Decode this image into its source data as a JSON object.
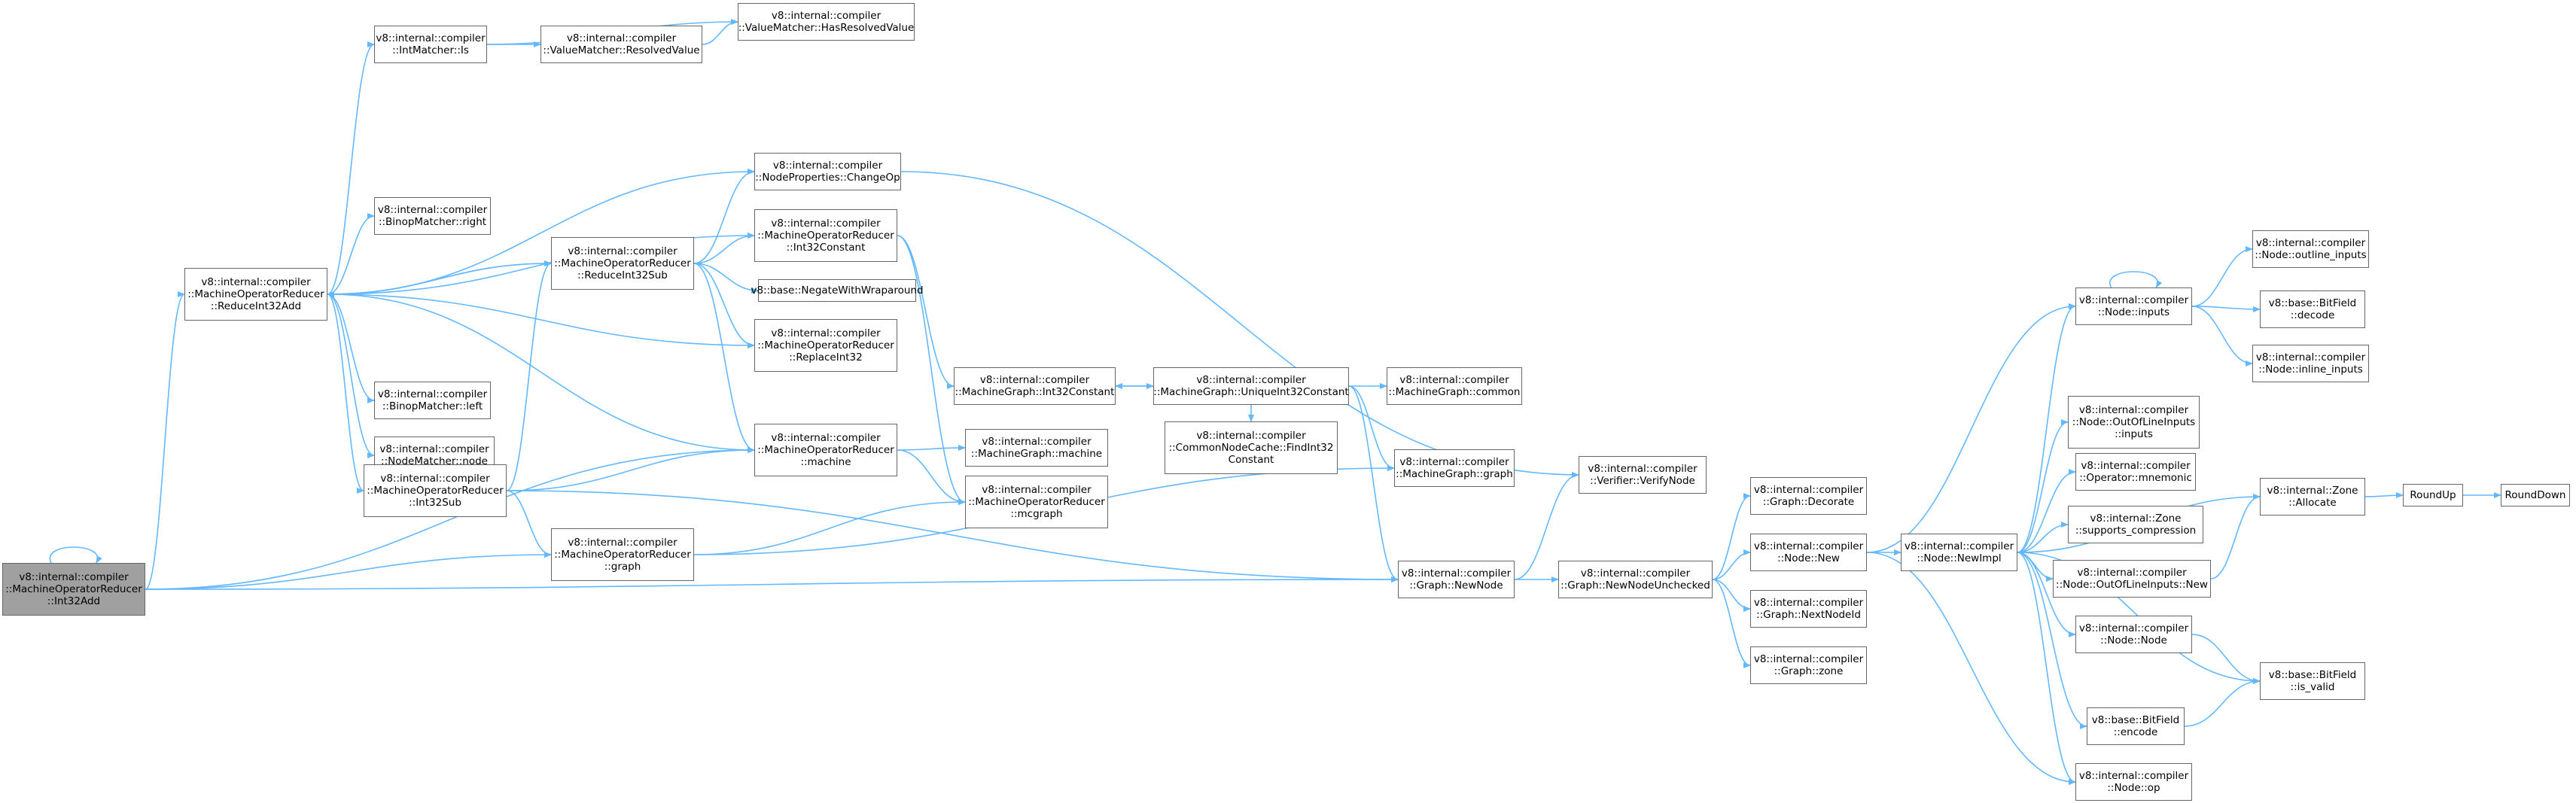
{
  "colors": {
    "edge": "#63b8ff",
    "node_border": "#666666",
    "root_fill": "#a0a0a0"
  },
  "nodes": [
    {
      "id": "int32add",
      "lines": [
        "v8::internal::compiler",
        "::MachineOperatorReducer",
        "::Int32Add"
      ],
      "root": true
    },
    {
      "id": "reduceint32add",
      "lines": [
        "v8::internal::compiler",
        "::MachineOperatorReducer",
        "::ReduceInt32Add"
      ]
    },
    {
      "id": "intmatcher_is",
      "lines": [
        "v8::internal::compiler",
        "::IntMatcher::Is"
      ]
    },
    {
      "id": "valuematcher_resolved",
      "lines": [
        "v8::internal::compiler",
        "::ValueMatcher::ResolvedValue"
      ]
    },
    {
      "id": "valuematcher_has",
      "lines": [
        "v8::internal::compiler",
        "::ValueMatcher::HasResolvedValue"
      ]
    },
    {
      "id": "binop_right",
      "lines": [
        "v8::internal::compiler",
        "::BinopMatcher::right"
      ]
    },
    {
      "id": "binop_left",
      "lines": [
        "v8::internal::compiler",
        "::BinopMatcher::left"
      ]
    },
    {
      "id": "nodematcher_node",
      "lines": [
        "v8::internal::compiler",
        "::NodeMatcher::node"
      ]
    },
    {
      "id": "int32sub",
      "lines": [
        "v8::internal::compiler",
        "::MachineOperatorReducer",
        "::Int32Sub"
      ]
    },
    {
      "id": "reduceint32sub",
      "lines": [
        "v8::internal::compiler",
        "::MachineOperatorReducer",
        "::ReduceInt32Sub"
      ]
    },
    {
      "id": "changeop",
      "lines": [
        "v8::internal::compiler",
        "::NodeProperties::ChangeOp"
      ]
    },
    {
      "id": "mor_int32constant",
      "lines": [
        "v8::internal::compiler",
        "::MachineOperatorReducer",
        "::Int32Constant"
      ]
    },
    {
      "id": "negatewrap",
      "lines": [
        "v8::base::NegateWithWraparound"
      ]
    },
    {
      "id": "replaceint32",
      "lines": [
        "v8::internal::compiler",
        "::MachineOperatorReducer",
        "::ReplaceInt32"
      ]
    },
    {
      "id": "mor_machine",
      "lines": [
        "v8::internal::compiler",
        "::MachineOperatorReducer",
        "::machine"
      ]
    },
    {
      "id": "mor_graph",
      "lines": [
        "v8::internal::compiler",
        "::MachineOperatorReducer",
        "::graph"
      ]
    },
    {
      "id": "mg_int32constant",
      "lines": [
        "v8::internal::compiler",
        "::MachineGraph::Int32Constant"
      ]
    },
    {
      "id": "mg_machine",
      "lines": [
        "v8::internal::compiler",
        "::MachineGraph::machine"
      ]
    },
    {
      "id": "mor_mcgraph",
      "lines": [
        "v8::internal::compiler",
        "::MachineOperatorReducer",
        "::mcgraph"
      ]
    },
    {
      "id": "mg_unique",
      "lines": [
        "v8::internal::compiler",
        "::MachineGraph::UniqueInt32Constant"
      ]
    },
    {
      "id": "cache_find",
      "lines": [
        "v8::internal::compiler",
        "::CommonNodeCache::FindInt32",
        "Constant"
      ]
    },
    {
      "id": "mg_common",
      "lines": [
        "v8::internal::compiler",
        "::MachineGraph::common"
      ]
    },
    {
      "id": "mg_graph",
      "lines": [
        "v8::internal::compiler",
        "::MachineGraph::graph"
      ]
    },
    {
      "id": "verifynode",
      "lines": [
        "v8::internal::compiler",
        "::Verifier::VerifyNode"
      ]
    },
    {
      "id": "graph_newnode",
      "lines": [
        "v8::internal::compiler",
        "::Graph::NewNode"
      ]
    },
    {
      "id": "graph_unchecked",
      "lines": [
        "v8::internal::compiler",
        "::Graph::NewNodeUnchecked"
      ]
    },
    {
      "id": "graph_decorate",
      "lines": [
        "v8::internal::compiler",
        "::Graph::Decorate"
      ]
    },
    {
      "id": "node_new",
      "lines": [
        "v8::internal::compiler",
        "::Node::New"
      ]
    },
    {
      "id": "graph_nextid",
      "lines": [
        "v8::internal::compiler",
        "::Graph::NextNodeId"
      ]
    },
    {
      "id": "graph_zone",
      "lines": [
        "v8::internal::compiler",
        "::Graph::zone"
      ]
    },
    {
      "id": "node_newimpl",
      "lines": [
        "v8::internal::compiler",
        "::Node::NewImpl"
      ]
    },
    {
      "id": "node_inputs",
      "lines": [
        "v8::internal::compiler",
        "::Node::inputs"
      ]
    },
    {
      "id": "outline_inputs",
      "lines": [
        "v8::internal::compiler",
        "::Node::outline_inputs"
      ]
    },
    {
      "id": "bitfield_decode",
      "lines": [
        "v8::base::BitField",
        "::decode"
      ]
    },
    {
      "id": "inline_inputs",
      "lines": [
        "v8::internal::compiler",
        "::Node::inline_inputs"
      ]
    },
    {
      "id": "ool_inputs",
      "lines": [
        "v8::internal::compiler",
        "::Node::OutOfLineInputs",
        "::inputs"
      ]
    },
    {
      "id": "op_mnemonic",
      "lines": [
        "v8::internal::compiler",
        "::Operator::mnemonic"
      ]
    },
    {
      "id": "zone_supports",
      "lines": [
        "v8::internal::Zone",
        "::supports_compression"
      ]
    },
    {
      "id": "ool_new",
      "lines": [
        "v8::internal::compiler",
        "::Node::OutOfLineInputs::New"
      ]
    },
    {
      "id": "node_node",
      "lines": [
        "v8::internal::compiler",
        "::Node::Node"
      ]
    },
    {
      "id": "bitfield_encode",
      "lines": [
        "v8::base::BitField",
        "::encode"
      ]
    },
    {
      "id": "node_op",
      "lines": [
        "v8::internal::compiler",
        "::Node::op"
      ]
    },
    {
      "id": "zone_allocate",
      "lines": [
        "v8::internal::Zone",
        "::Allocate"
      ]
    },
    {
      "id": "roundup",
      "lines": [
        "RoundUp"
      ]
    },
    {
      "id": "rounddown",
      "lines": [
        "RoundDown"
      ]
    },
    {
      "id": "bitfield_isvalid",
      "lines": [
        "v8::base::BitField",
        "::is_valid"
      ]
    }
  ],
  "edges": [
    [
      "int32add",
      "int32add"
    ],
    [
      "int32add",
      "reduceint32add"
    ],
    [
      "int32add",
      "mor_machine"
    ],
    [
      "int32add",
      "mor_graph"
    ],
    [
      "int32add",
      "graph_newnode"
    ],
    [
      "reduceint32add",
      "intmatcher_is"
    ],
    [
      "reduceint32add",
      "binop_right"
    ],
    [
      "reduceint32add",
      "reduceint32sub"
    ],
    [
      "reduceint32add",
      "binop_left"
    ],
    [
      "reduceint32add",
      "nodematcher_node"
    ],
    [
      "reduceint32add",
      "int32sub"
    ],
    [
      "reduceint32add",
      "changeop"
    ],
    [
      "reduceint32add",
      "mor_int32constant"
    ],
    [
      "reduceint32add",
      "replaceint32"
    ],
    [
      "reduceint32add",
      "mor_machine"
    ],
    [
      "intmatcher_is",
      "valuematcher_resolved"
    ],
    [
      "intmatcher_is",
      "valuematcher_has"
    ],
    [
      "valuematcher_resolved",
      "valuematcher_has"
    ],
    [
      "reduceint32sub",
      "reduceint32add"
    ],
    [
      "reduceint32sub",
      "changeop"
    ],
    [
      "reduceint32sub",
      "mor_int32constant"
    ],
    [
      "reduceint32sub",
      "negatewrap"
    ],
    [
      "reduceint32sub",
      "replaceint32"
    ],
    [
      "reduceint32sub",
      "mor_machine"
    ],
    [
      "int32sub",
      "int32sub"
    ],
    [
      "int32sub",
      "reduceint32sub"
    ],
    [
      "int32sub",
      "mor_machine"
    ],
    [
      "int32sub",
      "mor_graph"
    ],
    [
      "int32sub",
      "graph_newnode"
    ],
    [
      "changeop",
      "verifynode"
    ],
    [
      "mor_int32constant",
      "mg_int32constant"
    ],
    [
      "mor_int32constant",
      "mor_mcgraph"
    ],
    [
      "mor_machine",
      "mg_machine"
    ],
    [
      "mor_machine",
      "mor_mcgraph"
    ],
    [
      "mor_graph",
      "mor_mcgraph"
    ],
    [
      "mor_graph",
      "mg_graph"
    ],
    [
      "mg_int32constant",
      "mg_unique"
    ],
    [
      "mg_unique",
      "mg_int32constant"
    ],
    [
      "mg_unique",
      "cache_find"
    ],
    [
      "mg_unique",
      "mg_common"
    ],
    [
      "mg_unique",
      "mg_graph"
    ],
    [
      "mg_unique",
      "graph_newnode"
    ],
    [
      "graph_newnode",
      "verifynode"
    ],
    [
      "graph_newnode",
      "graph_unchecked"
    ],
    [
      "graph_unchecked",
      "graph_decorate"
    ],
    [
      "graph_unchecked",
      "node_new"
    ],
    [
      "graph_unchecked",
      "graph_nextid"
    ],
    [
      "graph_unchecked",
      "graph_zone"
    ],
    [
      "node_new",
      "node_inputs"
    ],
    [
      "node_new",
      "node_newimpl"
    ],
    [
      "node_new",
      "node_op"
    ],
    [
      "node_newimpl",
      "node_inputs"
    ],
    [
      "node_newimpl",
      "ool_inputs"
    ],
    [
      "node_newimpl",
      "op_mnemonic"
    ],
    [
      "node_newimpl",
      "zone_supports"
    ],
    [
      "node_newimpl",
      "ool_new"
    ],
    [
      "node_newimpl",
      "node_node"
    ],
    [
      "node_newimpl",
      "bitfield_encode"
    ],
    [
      "node_newimpl",
      "bitfield_isvalid"
    ],
    [
      "node_newimpl",
      "node_op"
    ],
    [
      "node_newimpl",
      "zone_allocate"
    ],
    [
      "node_inputs",
      "node_inputs"
    ],
    [
      "node_inputs",
      "outline_inputs"
    ],
    [
      "node_inputs",
      "bitfield_decode"
    ],
    [
      "node_inputs",
      "inline_inputs"
    ],
    [
      "ool_new",
      "zone_allocate"
    ],
    [
      "zone_allocate",
      "roundup"
    ],
    [
      "roundup",
      "rounddown"
    ],
    [
      "node_node",
      "bitfield_isvalid"
    ],
    [
      "bitfield_encode",
      "bitfield_isvalid"
    ]
  ]
}
